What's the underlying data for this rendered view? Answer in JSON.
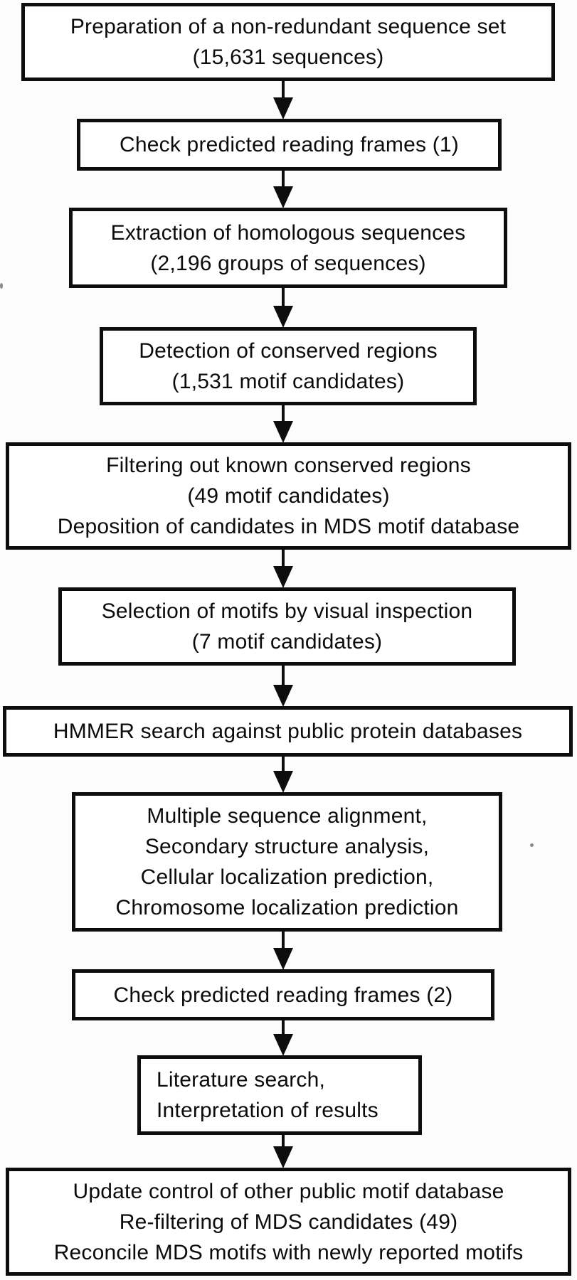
{
  "figure": {
    "background": "#fcfcfc",
    "box_fill": "#ffffff",
    "line_color": "#0d0d0d"
  },
  "steps": [
    {
      "name": "prepare-sequence-set",
      "lines": [
        "Preparation of a non-redundant sequence set",
        "(15,631 sequences)"
      ]
    },
    {
      "name": "check-reading-frames-1",
      "lines": [
        "Check predicted reading frames (1)"
      ]
    },
    {
      "name": "extract-homologous-sequences",
      "lines": [
        "Extraction of homologous sequences",
        "(2,196 groups of sequences)"
      ]
    },
    {
      "name": "detect-conserved-regions",
      "lines": [
        "Detection of conserved regions",
        "(1,531 motif candidates)"
      ]
    },
    {
      "name": "filter-known-regions",
      "lines": [
        "Filtering out known conserved regions",
        "(49 motif candidates)",
        "Deposition of candidates in MDS motif database"
      ]
    },
    {
      "name": "select-motifs-visual-inspection",
      "lines": [
        "Selection of motifs by visual inspection",
        "(7 motif candidates)"
      ]
    },
    {
      "name": "hmmer-search",
      "lines": [
        "HMMER search against public protein databases"
      ]
    },
    {
      "name": "alignment-and-predictions",
      "lines": [
        "Multiple sequence alignment,",
        "Secondary structure analysis,",
        "Cellular localization prediction,",
        "Chromosome localization prediction"
      ]
    },
    {
      "name": "check-reading-frames-2",
      "lines": [
        "Check predicted reading frames (2)"
      ]
    },
    {
      "name": "literature-search",
      "lines": [
        "Literature search,",
        "Interpretation of results"
      ]
    },
    {
      "name": "update-control",
      "lines": [
        "Update control of other public motif database",
        "Re-filtering of MDS candidates (49)",
        "Reconcile MDS motifs with newly reported motifs"
      ]
    }
  ]
}
